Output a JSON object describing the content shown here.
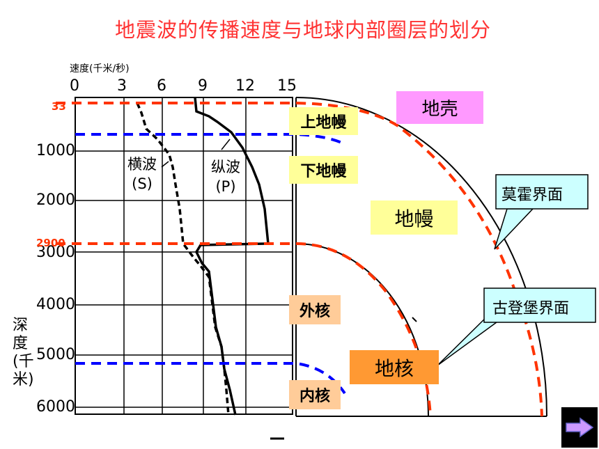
{
  "title": "地震波的传播速度与地球内部圈层的划分",
  "axis": {
    "speed_label": "速度(千米/秒)",
    "speed_ticks": [
      "0",
      "3",
      "6",
      "9",
      "12",
      "15"
    ],
    "depth_label": "深度(千米)",
    "depth_ticks": [
      "1000",
      "2000",
      "3000",
      "4000",
      "5000",
      "6000"
    ]
  },
  "depth_highlights": [
    "33",
    "2900"
  ],
  "waves": {
    "s_wave": "横波(S)",
    "p_wave": "纵波(P)"
  },
  "layers": {
    "upper_mantle": "上地幔",
    "lower_mantle": "下地幔",
    "outer_core": "外核",
    "inner_core": "内核",
    "crust": "地壳",
    "mantle": "地幔",
    "core": "地核"
  },
  "boundaries": {
    "moho": "莫霍界面",
    "gutenberg": "古登堡界面"
  },
  "colors": {
    "title": "#ff3333",
    "boundary_dash_red": "#ff3300",
    "boundary_dash_blue": "#0000ff",
    "callout_fill": "#ccffff",
    "next_arrow": "#cc99ff"
  },
  "nav": {
    "next_icon": "arrow-right-icon"
  }
}
